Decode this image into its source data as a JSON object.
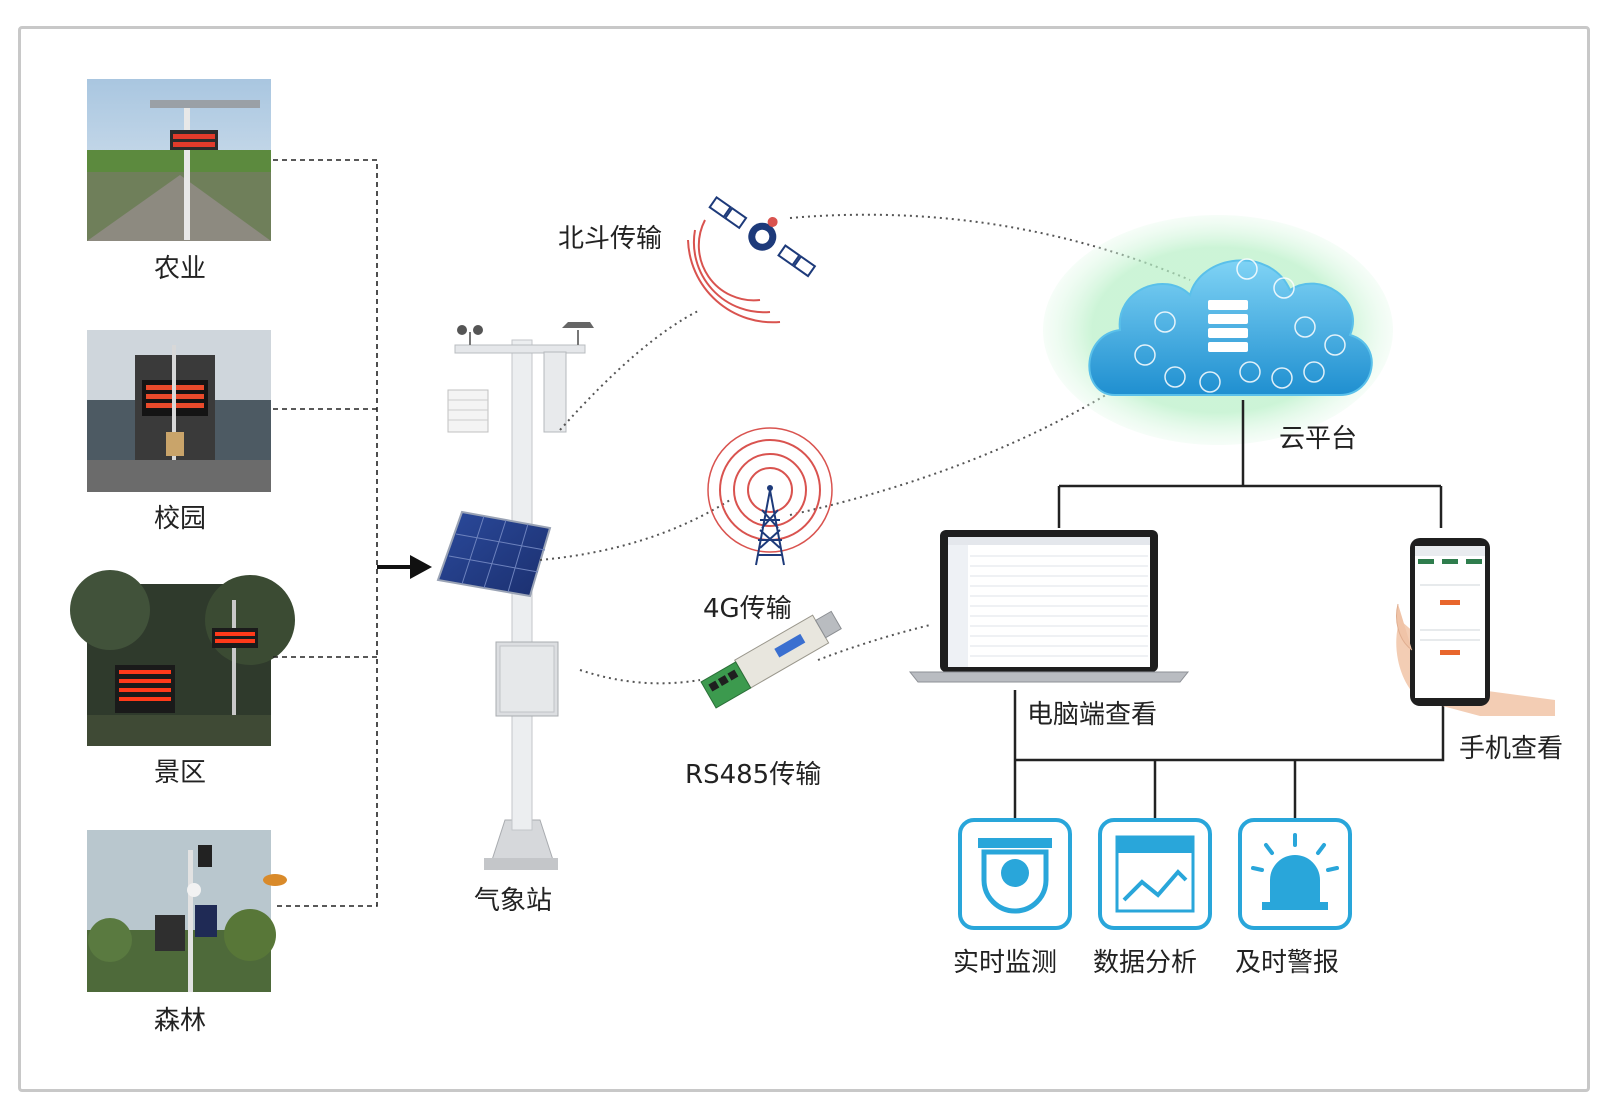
{
  "scenarios": [
    {
      "label": "农业"
    },
    {
      "label": "校园"
    },
    {
      "label": "景区"
    },
    {
      "label": "森林"
    }
  ],
  "station": {
    "label": "气象站"
  },
  "transmissions": {
    "beidou": "北斗传输",
    "g4": "4G传输",
    "rs485": "RS485传输"
  },
  "cloud": {
    "label": "云平台"
  },
  "terminals": {
    "pc": "电脑端查看",
    "mobile": "手机查看"
  },
  "functions": [
    {
      "label": "实时监测",
      "icon": "camera-icon"
    },
    {
      "label": "数据分析",
      "icon": "chart-icon"
    },
    {
      "label": "及时警报",
      "icon": "alarm-icon"
    }
  ],
  "colors": {
    "accent": "#29a6da",
    "signal": "#d9534f",
    "line": "#222222",
    "cloud": "#3aa9dd"
  }
}
